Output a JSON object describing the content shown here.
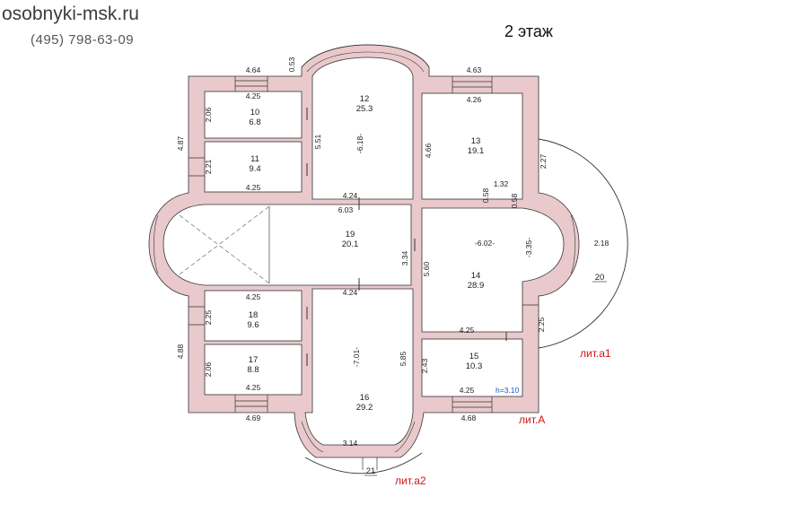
{
  "header": {
    "site": "osobnyki-msk.ru",
    "phone": "(495)  798-63-09",
    "floor_title": "2 этаж"
  },
  "rooms": [
    {
      "num": "10",
      "area": "6.8"
    },
    {
      "num": "11",
      "area": "9.4"
    },
    {
      "num": "12",
      "area": "25.3"
    },
    {
      "num": "13",
      "area": "19.1"
    },
    {
      "num": "14",
      "area": "28.9"
    },
    {
      "num": "15",
      "area": "10.3"
    },
    {
      "num": "16",
      "area": "29.2"
    },
    {
      "num": "17",
      "area": "8.8"
    },
    {
      "num": "18",
      "area": "9.6"
    },
    {
      "num": "19",
      "area": "20.1"
    },
    {
      "num": "20",
      "area": ""
    },
    {
      "num": "21",
      "area": ""
    }
  ],
  "dimensions": {
    "d_4_64": "4.64",
    "d_0_53": "0.53",
    "d_4_25_top": "4.25",
    "d_2_06_top": "2.06",
    "d_4_87": "4.87",
    "d_2_21": "2.21",
    "d_4_25_r11": "4.25",
    "d_5_51": "5.51",
    "d_6_18": "-6.18-",
    "d_4_24_top": "4.24",
    "d_4_63": "4.63",
    "d_4_26": "4.26",
    "d_4_66": "4.66",
    "d_2_27": "2.27",
    "d_1_32": "1.32",
    "d_0_58a": "0.58",
    "d_0_58b": "0.58",
    "d_6_03": "6.03",
    "d_3_34": "3.34",
    "d_5_60": "5.60",
    "d_6_02": "-6.02-",
    "d_3_35": "-3.35-",
    "d_2_18": "2.18",
    "d_4_25_r18": "4.25",
    "d_4_24_bot": "4.24",
    "d_2_25_l": "2.25",
    "d_4_88": "4.88",
    "d_2_06_bot": "2.06",
    "d_4_25_r17": "4.25",
    "d_4_69": "4.69",
    "d_7_01": "-7.01-",
    "d_5_85": "5.85",
    "d_4_25_r14": "4.25",
    "d_2_25_r": "2.25",
    "d_2_43": "2.43",
    "d_4_25_r15": "4.25",
    "d_4_68": "4.68",
    "d_3_14": "3.14"
  },
  "labels": {
    "lit_a1": "лит.а1",
    "lit_A": "лит.А",
    "lit_a2": "лит.а2",
    "height": "h=3.10"
  },
  "colors": {
    "wall_fill": "#e9c9cc",
    "label_red": "#d01515",
    "height_blue": "#1a55c8"
  }
}
